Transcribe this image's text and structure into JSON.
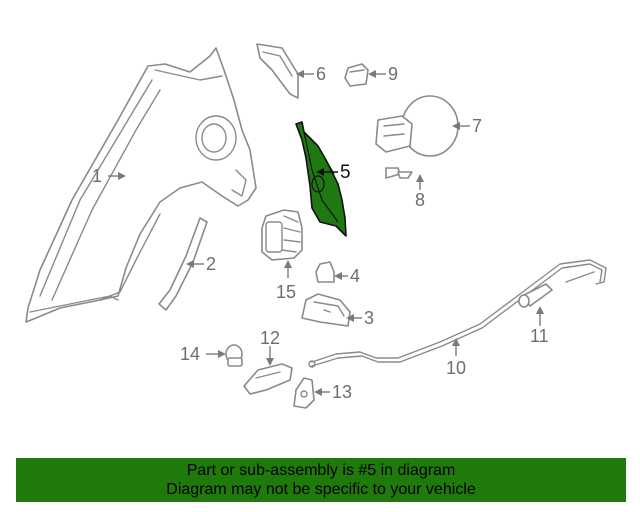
{
  "callouts": {
    "c1": "1",
    "c2": "2",
    "c3": "3",
    "c4": "4",
    "c5": "5",
    "c6": "6",
    "c7": "7",
    "c8": "8",
    "c9": "9",
    "c10": "10",
    "c11": "11",
    "c12": "12",
    "c13": "13",
    "c14": "14",
    "c15": "15"
  },
  "highlighted_part": "5",
  "colors": {
    "highlight": "#1e7a10",
    "banner": "#1f7a0b",
    "line": "#8a8a8a"
  },
  "footer": {
    "line1": "Part or sub-assembly is #5 in diagram",
    "line2": "Diagram may not be specific to your vehicle"
  }
}
